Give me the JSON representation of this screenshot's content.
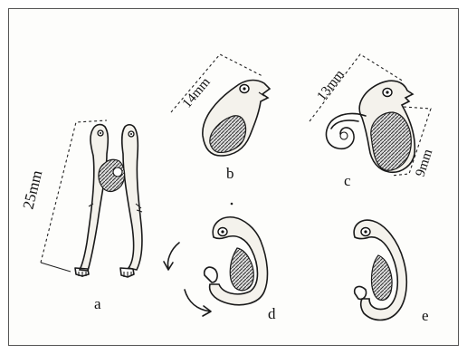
{
  "figure": {
    "panels": [
      {
        "id": "a",
        "label": "a",
        "measure": "25mm"
      },
      {
        "id": "b",
        "label": "b",
        "measure": "14mm"
      },
      {
        "id": "c",
        "label": "c",
        "measure": "13mm",
        "measure2": "9mm"
      },
      {
        "id": "d",
        "label": "d"
      },
      {
        "id": "e",
        "label": "e"
      }
    ]
  }
}
